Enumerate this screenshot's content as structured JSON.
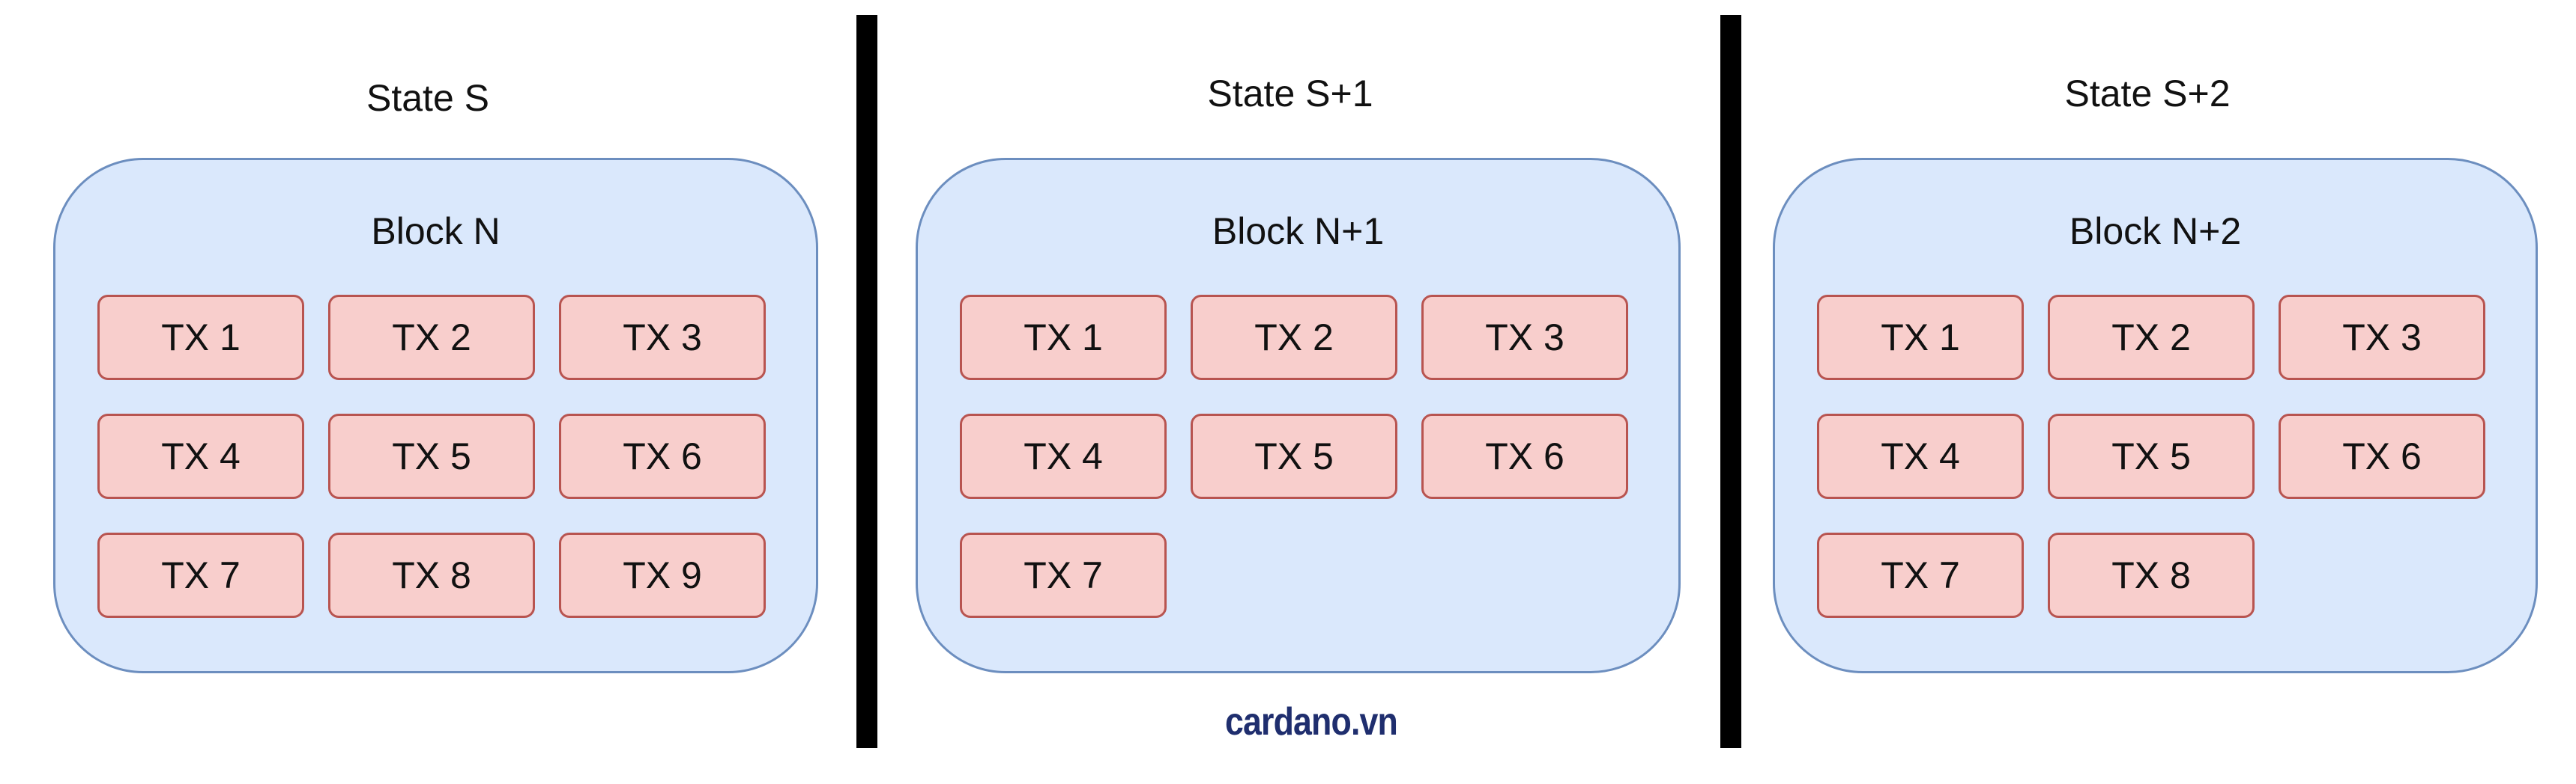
{
  "states": [
    {
      "title": "State S",
      "block_title": "Block N",
      "transactions": [
        "TX 1",
        "TX 2",
        "TX 3",
        "TX 4",
        "TX 5",
        "TX 6",
        "TX 7",
        "TX 8",
        "TX 9"
      ]
    },
    {
      "title": "State S+1",
      "block_title": "Block N+1",
      "transactions": [
        "TX 1",
        "TX 2",
        "TX 3",
        "TX 4",
        "TX 5",
        "TX 6",
        "TX 7"
      ]
    },
    {
      "title": "State S+2",
      "block_title": "Block N+2",
      "transactions": [
        "TX 1",
        "TX 2",
        "TX 3",
        "TX 4",
        "TX 5",
        "TX 6",
        "TX 7",
        "TX 8"
      ]
    }
  ],
  "watermark": "cardano.vn",
  "colors": {
    "block_fill": "#dae8fc",
    "block_border": "#6c8ebf",
    "tx_fill": "#f8cecc",
    "tx_border": "#b85450",
    "divider": "#000000",
    "watermark": "#1f2e6e"
  }
}
